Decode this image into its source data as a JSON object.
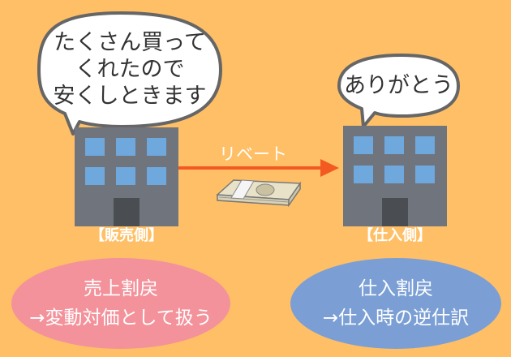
{
  "seller": {
    "speech": [
      "たくさん買って",
      "くれたので",
      "安くしときます"
    ],
    "label": "【販売側】",
    "ellipse": [
      "売上割戻",
      "→変動対価として扱う"
    ]
  },
  "buyer": {
    "speech": [
      "ありがとう"
    ],
    "label": "【仕入側】",
    "ellipse": [
      "仕入割戻",
      "→仕入時の逆仕訳"
    ]
  },
  "arrow": {
    "label": "リベート"
  },
  "colors": {
    "background": "#FFBF66",
    "building": "#6F747D",
    "window": "#6FA8DC",
    "arrow": "#F25A22",
    "seller_ellipse": "#F3929B",
    "buyer_ellipse": "#7B9FD5",
    "bubble_fill": "#FFFFFF",
    "bubble_stroke": "#666666"
  }
}
